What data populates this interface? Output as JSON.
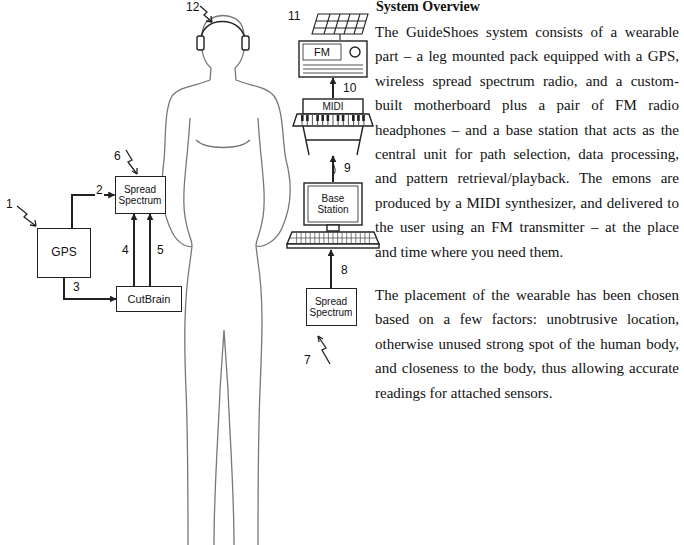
{
  "diagram": {
    "title": "System Overview",
    "nodes": [
      {
        "text": [
          "GPS"
        ]
      },
      {
        "text": [
          "Spread Spectrum"
        ]
      },
      {
        "text": [
          "CutBrain"
        ]
      },
      {
        "text": [
          "Base Station"
        ]
      },
      {
        "text": [
          "Spread Spectrum"
        ]
      },
      {
        "text": [
          "MIDI"
        ]
      },
      {
        "text": [
          "FM"
        ]
      }
    ],
    "edges": [
      {
        "from": 0,
        "to": 1,
        "arrow": "to",
        "label": "2"
      },
      {
        "from": 0,
        "to": 2,
        "arrow": "to",
        "label": "3"
      },
      {
        "from": 2,
        "to": 1,
        "arrow": "to",
        "label": "4"
      },
      {
        "from": 2,
        "to": 1,
        "arrow": "to",
        "label": "5"
      },
      {
        "from": 4,
        "to": 3,
        "arrow": "to",
        "label": "8"
      },
      {
        "from": 3,
        "to": 5,
        "arrow": "to",
        "label": "9"
      },
      {
        "from": 5,
        "to": 6,
        "arrow": "to",
        "label": "10"
      }
    ],
    "labels": [
      "1",
      "6",
      "7",
      "11",
      "12",
      "The GuideShoes system consists of a wearable part – a leg mounted pack equipped with a GPS, wireless spread spectrum radio, and a custom-built motherboard plus a pair of FM radio headphones – and a base station that acts as the central unit for path selection, data processing, and pattern retrieval/playback. The emons are produced by a MIDI synthesizer, and delivered to the user using an FM transmitter – at the place and time where you need them.",
      "The placement of the wearable has been chosen based on a few factors: unobtrusive location, otherwise unused strong spot of the human body, and closeness to the body, thus allowing accurate readings for attached sensors."
    ]
  }
}
